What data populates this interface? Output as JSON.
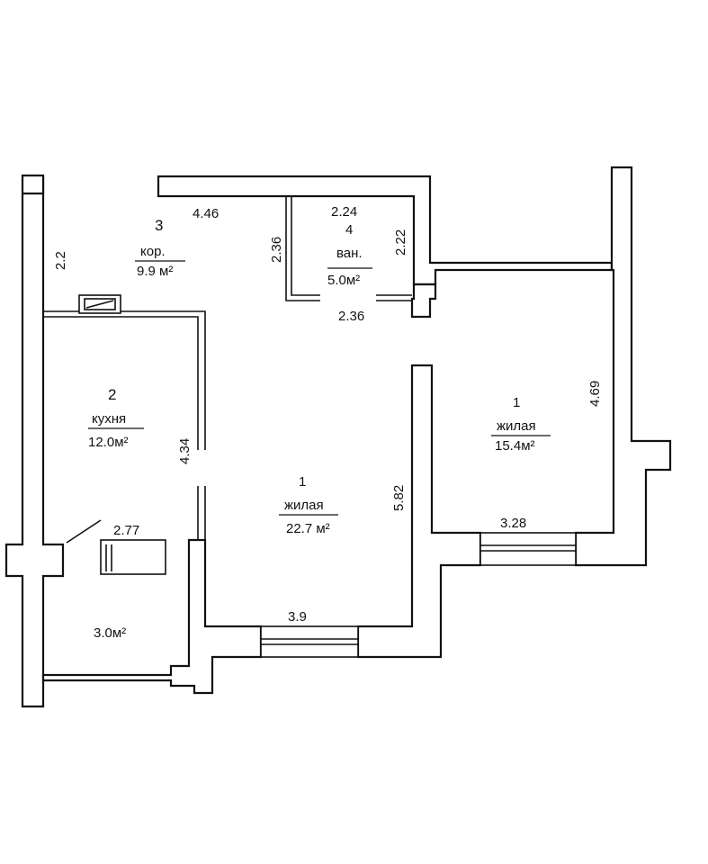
{
  "rooms": {
    "corridor": {
      "number": "3",
      "name": "кор.",
      "area": "9.9 м²"
    },
    "bathroom": {
      "number": "4",
      "name": "ван.",
      "area": "5.0м²"
    },
    "kitchen": {
      "number": "2",
      "name": "кухня",
      "area": "12.0м²"
    },
    "living_main": {
      "number": "1",
      "name": "жилая",
      "area": "22.7 м²"
    },
    "living_second": {
      "number": "1",
      "name": "жилая",
      "area": "15.4м²"
    },
    "balcony": {
      "area": "3.0м²"
    }
  },
  "dimensions": {
    "corridor_width": "4.46",
    "corridor_depth": "2.2",
    "bath_width_top": "2.24",
    "bath_width_bottom": "2.36",
    "bath_left": "2.36",
    "bath_right": "2.22",
    "kitchen_depth": "4.34",
    "kitchen_width": "2.77",
    "living_main_depth": "5.82",
    "living_main_width": "3.9",
    "living_second_depth": "4.69",
    "living_second_width": "3.28"
  },
  "colors": {
    "line": "#111111",
    "background": "#ffffff"
  }
}
